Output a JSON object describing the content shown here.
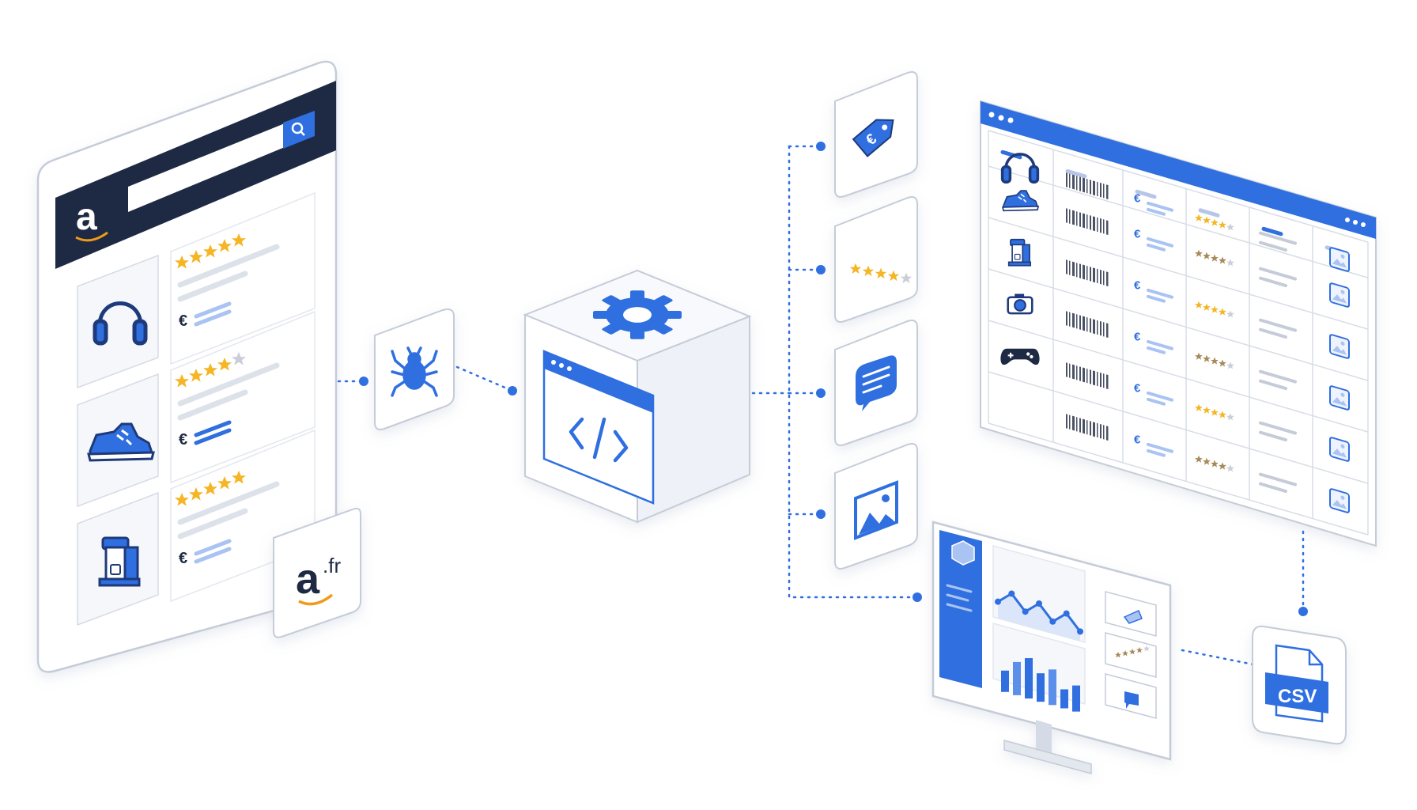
{
  "colors": {
    "accent": "#2f6fe0",
    "accent_light": "#a9c3f2",
    "navy": "#1e2a44",
    "star": "#f5b524",
    "star_empty": "#c9ced8",
    "line": "#c5ccd8",
    "card_bg": "#f5f7fb",
    "white": "#ffffff",
    "amazon_orange": "#f09a1a"
  },
  "store_page": {
    "logo_letter": "a",
    "search_placeholder": "",
    "currency": "€",
    "products": [
      {
        "icon": "headphones-icon",
        "rating": 5
      },
      {
        "icon": "sneaker-icon",
        "rating": 4
      },
      {
        "icon": "coffee-machine-icon",
        "rating": 5
      }
    ]
  },
  "amazon_fr_badge": {
    "letter": "a",
    "tld": ".fr"
  },
  "scraper": {
    "icon": "spider-icon"
  },
  "processor": {
    "gear_icon": "gear-icon",
    "code_icon": "code-icon"
  },
  "extracted_fields": [
    {
      "name": "price",
      "icon": "price-tag-icon",
      "symbol": "€"
    },
    {
      "name": "rating",
      "icon": "stars-icon",
      "rating": 4
    },
    {
      "name": "reviews",
      "icon": "chat-bubble-icon"
    },
    {
      "name": "image",
      "icon": "image-icon"
    }
  ],
  "data_table": {
    "currency": "€",
    "rows": [
      {
        "icon": "headphones-icon",
        "rating": 4
      },
      {
        "icon": "sneaker-icon",
        "rating": 4
      },
      {
        "icon": "coffee-machine-icon",
        "rating": 4
      },
      {
        "icon": "camera-icon",
        "rating": 4
      },
      {
        "icon": "gamepad-icon",
        "rating": 4
      },
      {
        "icon": "",
        "rating": 4
      }
    ]
  },
  "dashboard": {
    "line_chart": [
      0.35,
      0.6,
      0.3,
      0.55,
      0.25,
      0.5,
      0.2
    ],
    "bar_chart": [
      0.45,
      0.7,
      0.85,
      0.6,
      0.75,
      0.4,
      0.55
    ],
    "rating": 4
  },
  "export": {
    "label": "CSV"
  }
}
